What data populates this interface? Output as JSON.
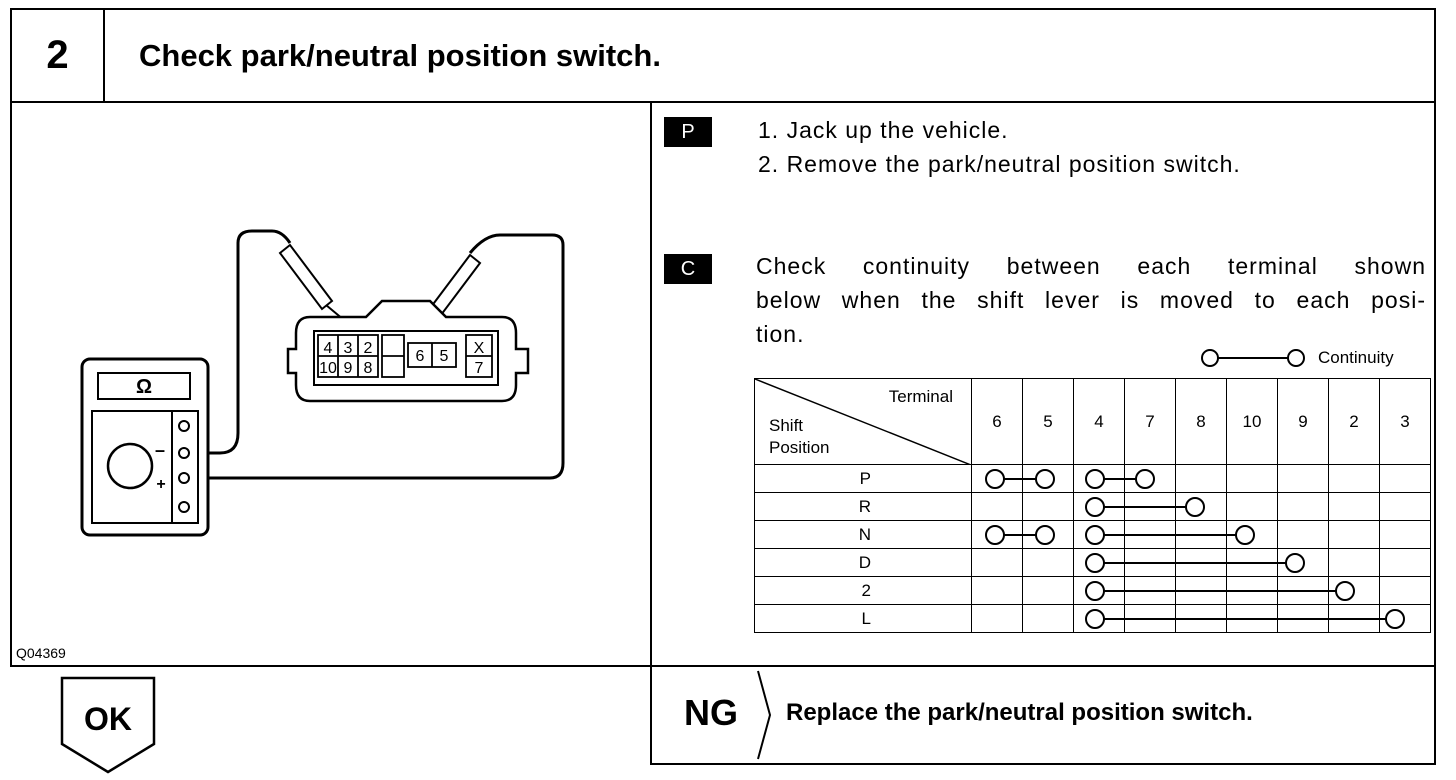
{
  "header": {
    "step_number": "2",
    "title": "Check park/neutral position switch."
  },
  "figure": {
    "id": "Q04369",
    "meter_symbol": "Ω",
    "minus": "–",
    "plus": "+",
    "connector_top_row": [
      "4",
      "3",
      "2",
      "6",
      "5",
      "X"
    ],
    "connector_bottom_row": [
      "10",
      "9",
      "8",
      "7"
    ]
  },
  "prep": {
    "tag": "P",
    "lines": [
      "1.  Jack up the vehicle.",
      "2.  Remove the park/neutral position switch."
    ]
  },
  "check": {
    "tag": "C",
    "lines": [
      "Check continuity between each terminal shown",
      "below when the shift lever is moved to each posi-",
      "tion."
    ]
  },
  "legend": {
    "label": "Continuity"
  },
  "continuity_table": {
    "header_terminal": "Terminal",
    "header_shift": "Shift",
    "header_position": "Position",
    "terminals": [
      "6",
      "5",
      "4",
      "7",
      "8",
      "10",
      "9",
      "2",
      "3"
    ],
    "rows": [
      {
        "position": "P",
        "groups": [
          [
            "6",
            "5"
          ],
          [
            "4",
            "7"
          ]
        ]
      },
      {
        "position": "R",
        "groups": [
          [
            "4",
            "8"
          ]
        ]
      },
      {
        "position": "N",
        "groups": [
          [
            "6",
            "5"
          ],
          [
            "4",
            "10"
          ]
        ]
      },
      {
        "position": "D",
        "groups": [
          [
            "4",
            "9"
          ]
        ]
      },
      {
        "position": "2",
        "groups": [
          [
            "4",
            "2"
          ]
        ]
      },
      {
        "position": "L",
        "groups": [
          [
            "4",
            "3"
          ]
        ]
      }
    ]
  },
  "ok": {
    "label": "OK"
  },
  "ng": {
    "label": "NG",
    "action": "Replace the park/neutral position switch."
  }
}
